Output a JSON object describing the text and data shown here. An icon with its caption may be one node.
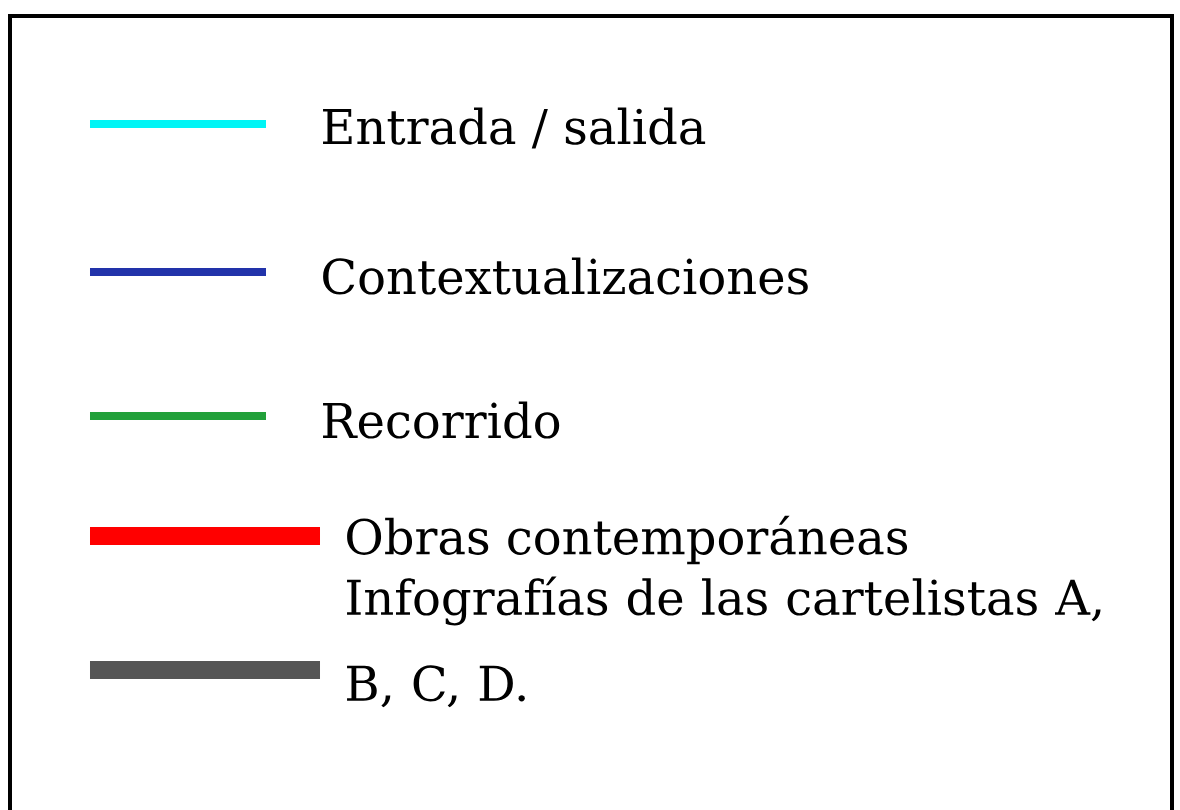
{
  "diagram": {
    "legend": [
      {
        "text": "Entrada / salida",
        "color": "#00f5f5"
      },
      {
        "text": "Contextualizaciones",
        "color": "#2233aa"
      },
      {
        "text": "Recorrido",
        "color": "#22a03a"
      },
      {
        "text": "Obras contemporáneas",
        "color": "#ff0000"
      },
      {
        "text": "Infografías de las cartelistas A, B, C, D.",
        "color": "#555555"
      }
    ]
  }
}
